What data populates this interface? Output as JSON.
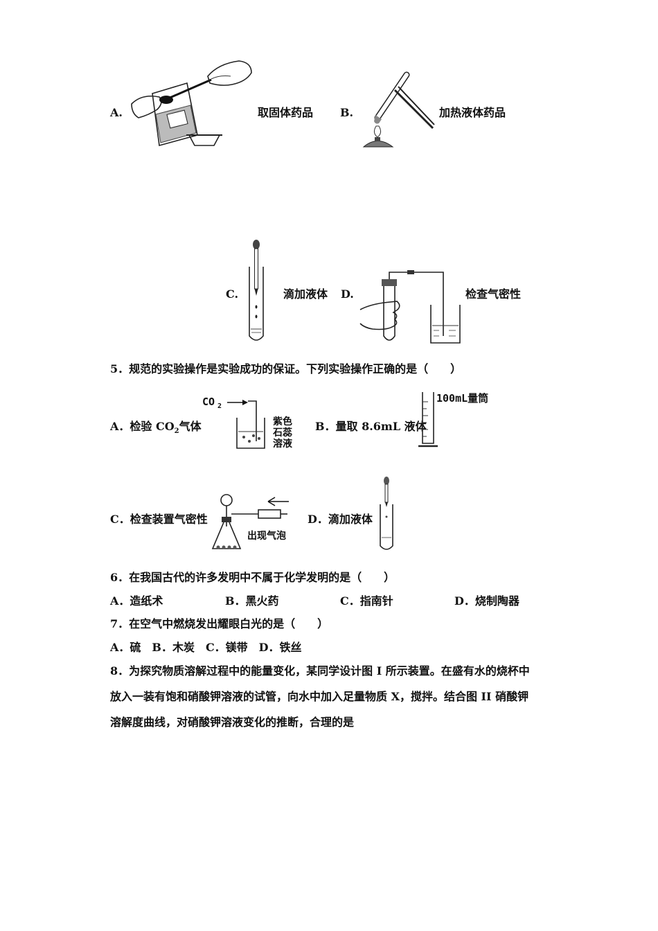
{
  "q4_options": {
    "a": {
      "letter": "A.",
      "text": "取固体药品"
    },
    "b": {
      "letter": "B.",
      "text": "加热液体药品"
    },
    "c": {
      "letter": "C.",
      "text": "滴加液体"
    },
    "d": {
      "letter": "D.",
      "text": "检查气密性"
    }
  },
  "q5": {
    "stem": "5．规范的实验操作是实验成功的保证。下列实验操作正确的是（　　）",
    "a": {
      "text_pre": "A．检验 CO",
      "text_sub": "2",
      "text_post": "气体",
      "fig_co2": "CO",
      "fig_co2_sub": "2",
      "fig_l1": "紫色",
      "fig_l2": "石蕊",
      "fig_l3": "溶液"
    },
    "b": {
      "text": "B．量取 8.6mL 液体",
      "fig_label": "100mL量筒"
    },
    "c": {
      "text": "C．检查装置气密性",
      "fig_label": "出现气泡"
    },
    "d": {
      "text": "D．滴加液体"
    }
  },
  "q6": {
    "stem": "6．在我国古代的许多发明中不属于化学发明的是（　　）",
    "options": [
      "A．造纸术",
      "B．黑火药",
      "C．指南针",
      "D．烧制陶器"
    ]
  },
  "q7": {
    "stem": "7．在空气中燃烧发出耀眼白光的是（　　）",
    "options_line": "A．硫　B．木炭　C．镁带　D．铁丝"
  },
  "q8": {
    "line1": "8．为探究物质溶解过程中的能量变化，某同学设计图 I 所示装置。在盛有水的烧杯中",
    "line2": "放入一装有饱和硝酸钾溶液的试管，向水中加入足量物质 X，搅拌。结合图 II 硝酸钾",
    "line3": "溶解度曲线，对硝酸钾溶液变化的推断，合理的是"
  }
}
